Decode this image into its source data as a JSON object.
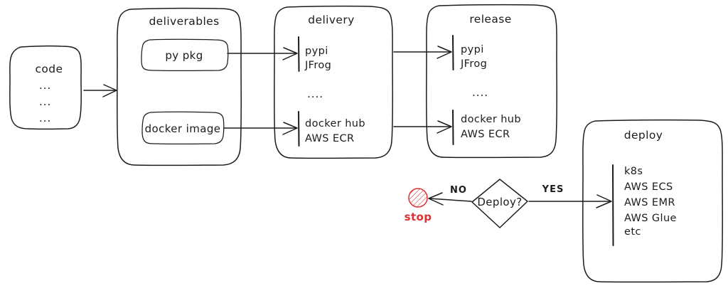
{
  "diagram": {
    "title_style": "hand-drawn flowchart",
    "accent_stop_color": "#e03131",
    "line_color": "#1c1c1c"
  },
  "nodes": {
    "code": {
      "label": "code",
      "lines": [
        "...",
        "...",
        "..."
      ]
    },
    "deliverables": {
      "label": "deliverables",
      "items": [
        {
          "label": "py pkg"
        },
        {
          "label": "docker image"
        }
      ]
    },
    "delivery": {
      "label": "delivery",
      "group_a": [
        "pypi",
        "JFrog"
      ],
      "separator": "....",
      "group_b": [
        "docker hub",
        "AWS ECR"
      ]
    },
    "release": {
      "label": "release",
      "group_a": [
        "pypi",
        "JFrog"
      ],
      "separator": "....",
      "group_b": [
        "docker hub",
        "AWS ECR"
      ]
    },
    "decision": {
      "label": "Deploy?"
    },
    "stop": {
      "label": "stop"
    },
    "deploy": {
      "label": "deploy",
      "items": [
        "k8s",
        "AWS ECS",
        "AWS EMR",
        "AWS Glue",
        "etc"
      ]
    }
  },
  "edges": {
    "no_label": "NO",
    "yes_label": "YES"
  }
}
